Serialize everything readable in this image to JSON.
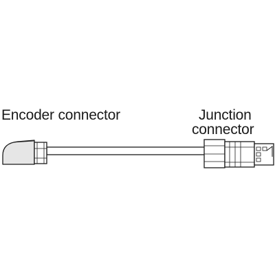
{
  "labels": {
    "encoder_connector": "Encoder connector",
    "junction_connector_line1": "Junction",
    "junction_connector_line2": "connector"
  },
  "colors": {
    "stroke": "#1a1a1a",
    "fill_light": "#e6e6e6",
    "fill_white": "#ffffff"
  }
}
